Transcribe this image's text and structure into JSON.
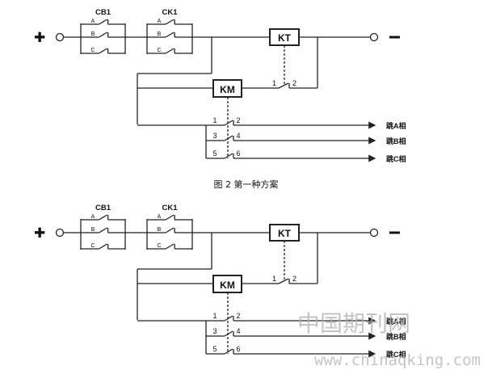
{
  "caption": "图 2  第一种方案",
  "watermark": {
    "cn": "中国期刊网",
    "url": "www.chinaqking.com"
  },
  "diagrams": [
    {
      "plus": "✚",
      "minus": "━",
      "cb1": "CB1",
      "ck1": "CK1",
      "phases": [
        "A",
        "B",
        "C"
      ],
      "kt": "KT",
      "km": "KM",
      "kt_contact": [
        "1",
        "2"
      ],
      "km_contacts": [
        {
          "from": "1",
          "to": "2",
          "label": "跳A相"
        },
        {
          "from": "3",
          "to": "4",
          "label": "跳B相"
        },
        {
          "from": "5",
          "to": "6",
          "label": "跳C相"
        }
      ]
    },
    {
      "plus": "✚",
      "minus": "━",
      "cb1": "CB1",
      "ck1": "CK1",
      "phases": [
        "A",
        "B",
        "C"
      ],
      "kt": "KT",
      "km": "KM",
      "kt_contact": [
        "1",
        "2"
      ],
      "km_contacts": [
        {
          "from": "1",
          "to": "2",
          "label": "跳A相"
        },
        {
          "from": "3",
          "to": "4",
          "label": "跳B相"
        },
        {
          "from": "5",
          "to": "6",
          "label": "跳C相"
        }
      ]
    }
  ]
}
